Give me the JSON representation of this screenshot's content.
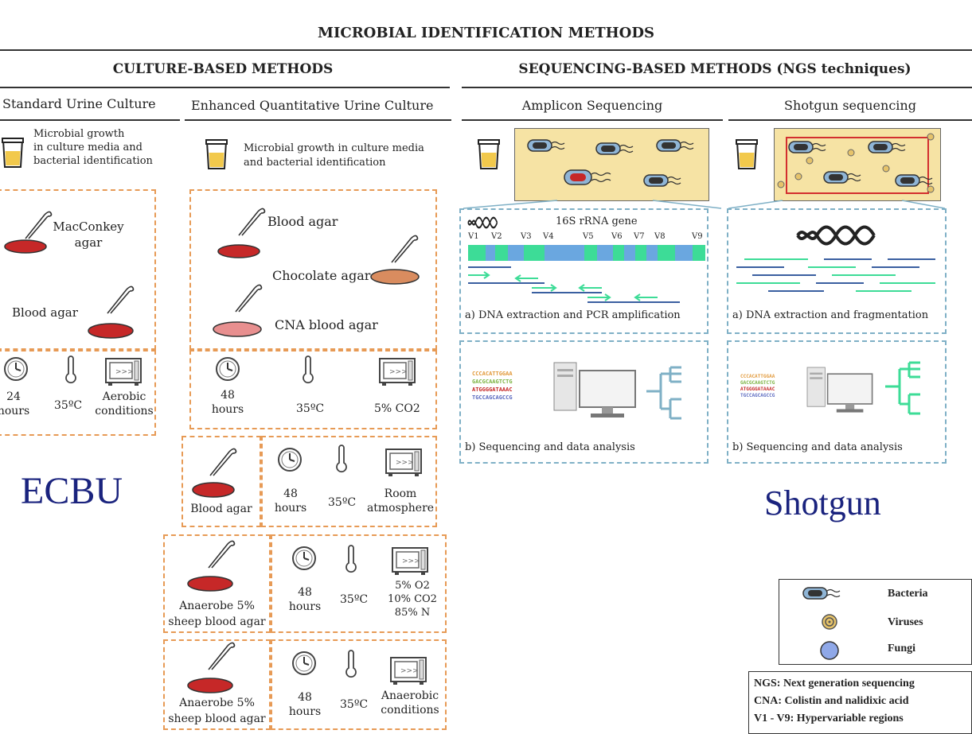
{
  "title": "MICROBIAL IDENTIFICATION METHODS",
  "culture": {
    "heading": "CULTURE-BASED METHODS",
    "standard": {
      "title": "Standard Urine Culture",
      "desc": [
        "Microbial growth",
        "in culture media and",
        "bacterial identification"
      ],
      "media": [
        "MacConkey",
        "agar",
        "Blood agar"
      ],
      "conditions": [
        "24",
        "hours",
        "35ºC",
        "Aerobic",
        "conditions"
      ]
    },
    "enhanced": {
      "title": "Enhanced Quantitative Urine Culture",
      "desc": [
        "Microbial growth in culture media",
        "and bacterial identification"
      ],
      "media": [
        "Blood agar",
        "Chocolate agar",
        "CNA blood agar"
      ],
      "conditions": [
        "48",
        "hours",
        "35ºC",
        "5% CO2"
      ],
      "extra": [
        {
          "media": [
            "Blood agar"
          ],
          "time": [
            "48",
            "hours"
          ],
          "temp": "35ºC",
          "atm": [
            "Room",
            "atmosphere"
          ]
        },
        {
          "media": [
            "Anaerobe 5%",
            "sheep blood agar"
          ],
          "time": [
            "48",
            "hours"
          ],
          "temp": "35ºC",
          "atm": [
            "5% O2",
            "10% CO2",
            "85% N"
          ]
        },
        {
          "media": [
            "Anaerobe 5%",
            "sheep blood agar"
          ],
          "time": [
            "48",
            "hours"
          ],
          "temp": "35ºC",
          "atm": [
            "Anaerobic",
            "conditions"
          ]
        }
      ]
    }
  },
  "sequencing": {
    "heading": "SEQUENCING-BASED METHODS (NGS techniques)",
    "amplicon": {
      "title": "Amplicon Sequencing",
      "gene": "16S rRNA gene",
      "regions": [
        "V1",
        "V2",
        "V3",
        "V4",
        "V5",
        "V6",
        "V7",
        "V8",
        "V9"
      ],
      "step_a": "a) DNA extraction and PCR amplification",
      "step_b": "b) Sequencing and data analysis",
      "seqs": [
        "CCCACATTGGAA",
        "GACGCAAGTCTG",
        "ATGGGGATAAAC",
        "TGCCAGCAGCCG"
      ]
    },
    "shotgun": {
      "title": "Shotgun sequencing",
      "step_a": "a) DNA extraction and fragmentation",
      "step_b": "b) Sequencing and data analysis",
      "seqs": [
        "CCCACATTGGAA",
        "GACGCAAGTCTG",
        "ATGGGGATAAAC",
        "TGCCAGCAGCCG"
      ]
    }
  },
  "labels": {
    "left": "ECBU",
    "right": "Shotgun"
  },
  "legend": {
    "items": [
      "Bacteria",
      "Viruses",
      "Fungi"
    ]
  },
  "abbreviations": [
    "NGS: Next generation sequencing",
    "CNA: Colistin and nalidixic acid",
    "V1 - V9: Hypervariable regions"
  ],
  "colors": {
    "orange_dash": "#e79a55",
    "blue_dash": "#7fb0c6",
    "agar_red": "#c62828",
    "chocolate": "#d98c5f",
    "cna": "#e88f8f",
    "sample_yellow": "#f6e3a4",
    "teal": "#3ddc97",
    "blue_bar": "#6aa7e0",
    "label_blue": "#1a237e"
  }
}
